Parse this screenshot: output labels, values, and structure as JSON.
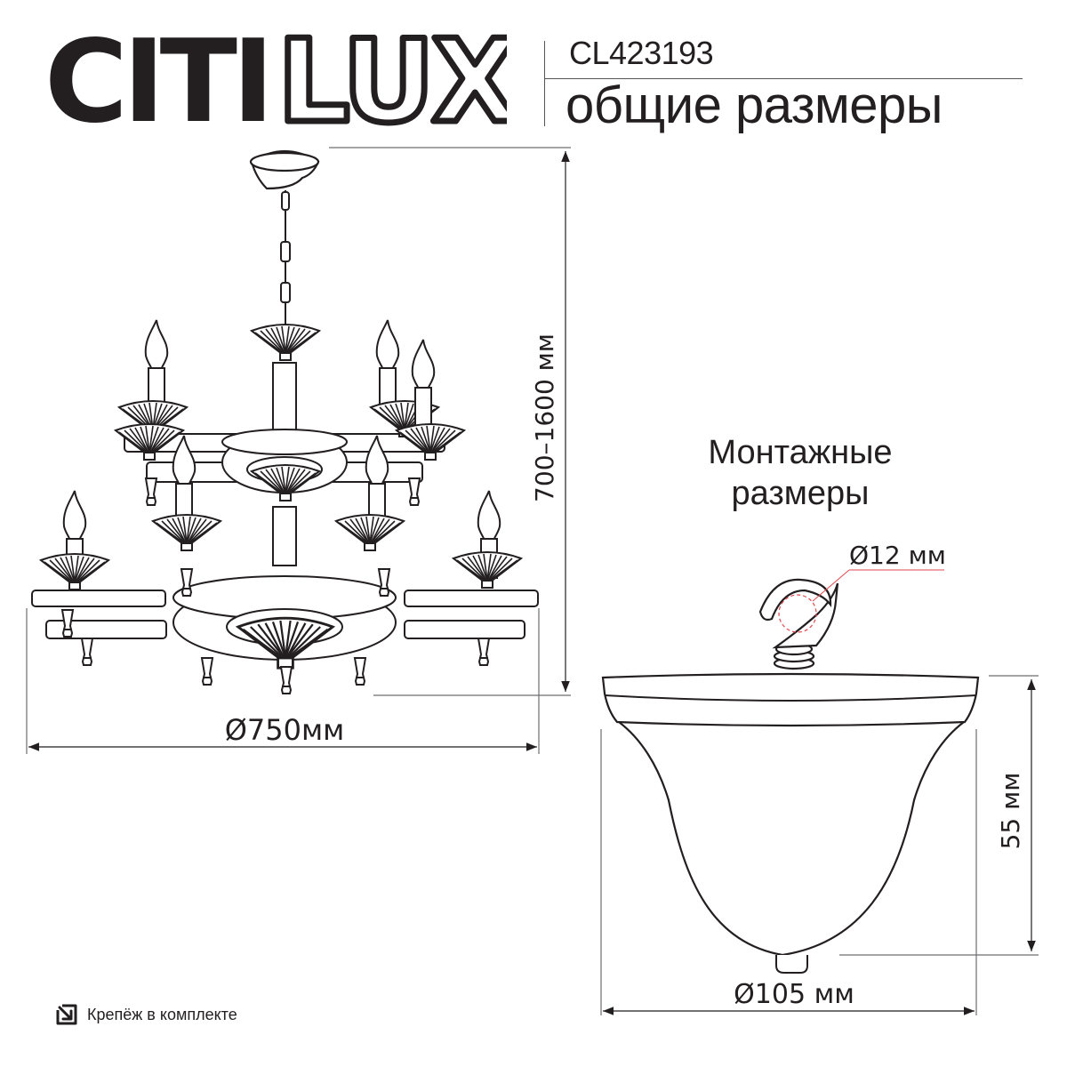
{
  "brand": {
    "name": "CITILUX",
    "solid_part": "CITI",
    "outline_part": "LUX"
  },
  "header": {
    "model": "CL423193",
    "title": "общие размеры"
  },
  "main_drawing": {
    "height_dimension": "700–1600 мм",
    "diameter_dimension": "Ø750мм",
    "description": "chandelier, two tiers, candle-style lamps"
  },
  "mounting": {
    "title_line1": "Монтажные",
    "title_line2": "размеры",
    "hook_diameter": "Ø12 мм",
    "height_dimension": "55 мм",
    "diameter_dimension": "Ø105 мм"
  },
  "footer": {
    "icon": "fastener-included-icon",
    "label": "Крепёж в комплекте"
  },
  "colors": {
    "ink": "#231f20",
    "dim_line": "#6d6e71",
    "hook_circle": "#e0474c"
  }
}
